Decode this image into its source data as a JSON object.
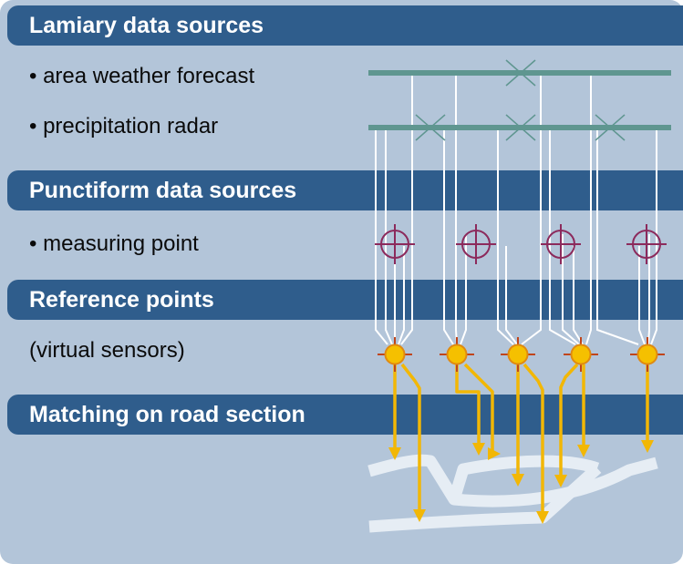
{
  "sections": {
    "lamiary": {
      "header": "Lamiary data sources"
    },
    "punctiform": {
      "header": "Punctiform data sources"
    },
    "reference": {
      "header": "Reference points"
    },
    "matching": {
      "header": "Matching on road section"
    }
  },
  "items": {
    "area_weather_forecast": "• area weather forecast",
    "precipitation_radar": "• precipitation radar",
    "measuring_point": "• measuring point",
    "virtual_sensors": "(virtual sensors)"
  },
  "colors": {
    "panel_bg": "#b3c5d9",
    "band": "#2f5d8c",
    "grid_line": "#5f9690",
    "connector": "#ffffff",
    "measuring_point": "#8c2a5c",
    "sensor_fill": "#f5c000",
    "sensor_ring": "#e08a10",
    "sensor_cross": "#c0451a",
    "arrow": "#f2b705",
    "road": "#e6edf4"
  },
  "icons": {
    "grid_cell": "x-cross-icon",
    "measuring_point": "crosshair-circle-icon",
    "virtual_sensor": "sensor-dot-icon"
  }
}
